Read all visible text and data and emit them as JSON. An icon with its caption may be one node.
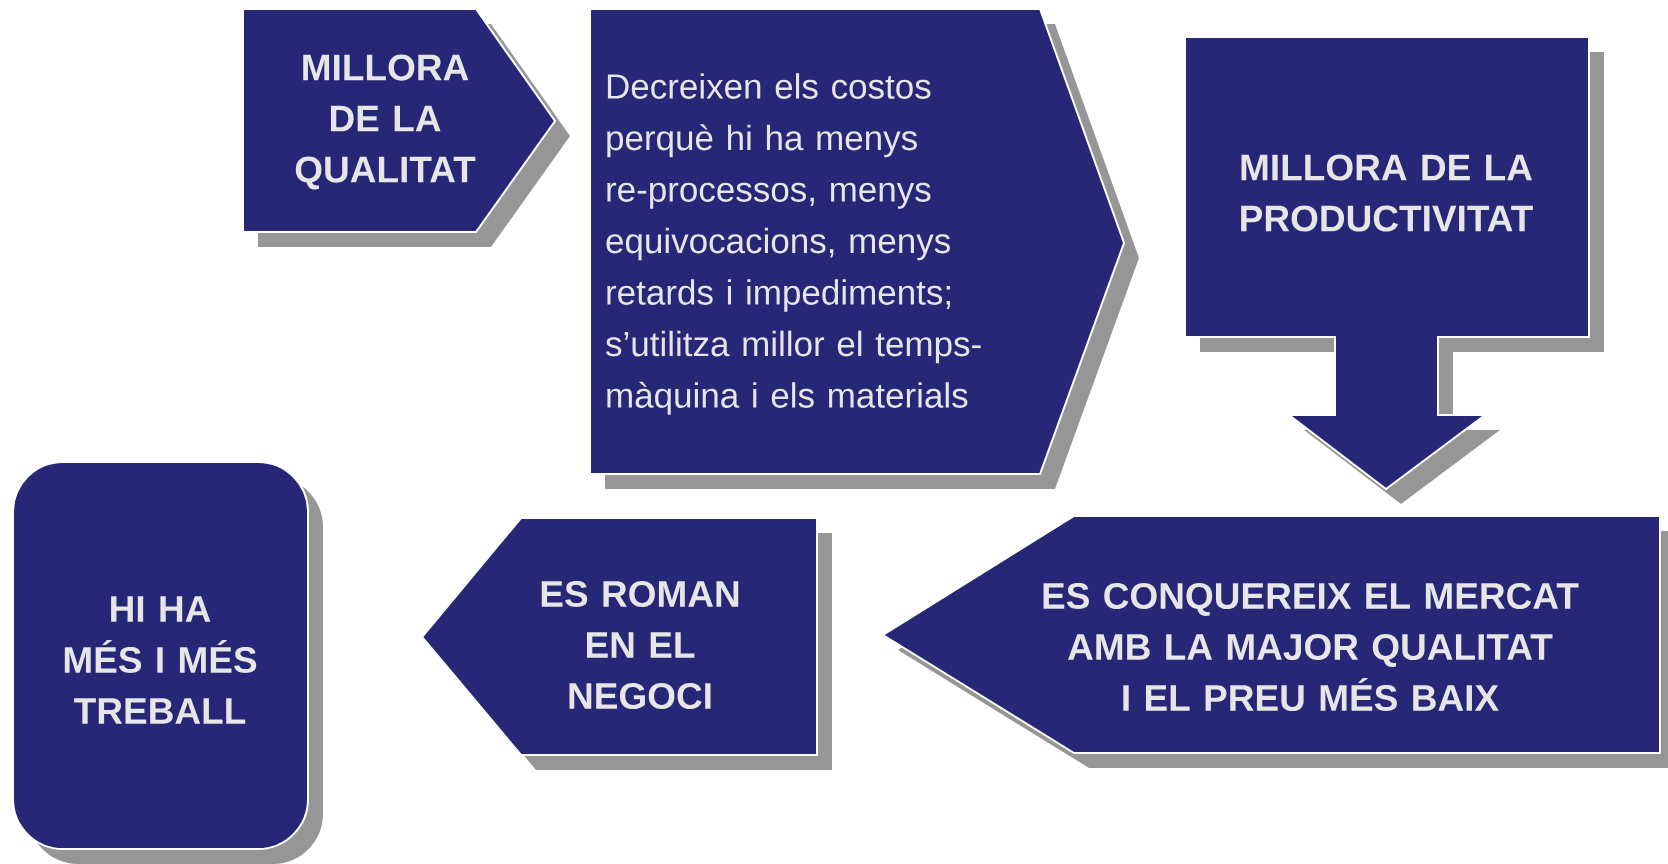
{
  "diagram": {
    "nodes": [
      {
        "text": [
          "MILLORA DE LA QUALITAT"
        ]
      },
      {
        "text": [
          "Decreixen els costos perquè hi ha menys re-processos, menys equivocacions, menys retards i impediments; s’utilitza millor el temps-màquina i els materials"
        ]
      },
      {
        "text": [
          "MILLORA DE LA PRODUCTIVITAT"
        ]
      },
      {
        "text": [
          "ES CONQUEREIX EL MERCAT AMB LA MAJOR QUALITAT I EL PREU MÉS BAIX"
        ]
      },
      {
        "text": [
          "ES ROMAN EN EL NEGOCI"
        ]
      },
      {
        "text": [
          "HI HA MÉS I MÉS TREBALL"
        ]
      }
    ]
  }
}
